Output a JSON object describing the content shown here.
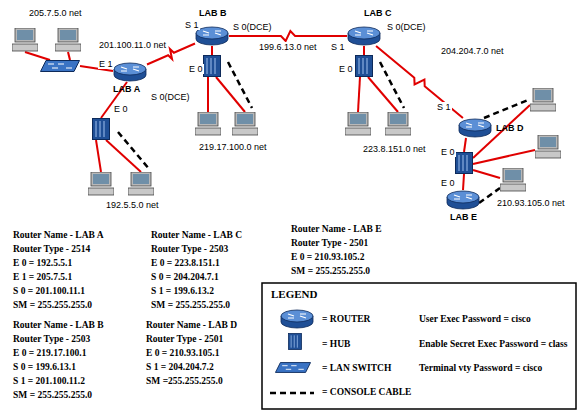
{
  "diagram": {
    "nodes": [
      {
        "text": [
          "LAB A"
        ]
      },
      {
        "text": [
          "LAB B"
        ]
      },
      {
        "text": [
          "LAB C"
        ]
      },
      {
        "text": [
          "LAB D"
        ]
      },
      {
        "text": [
          "LAB E"
        ]
      }
    ],
    "edges": [
      {
        "from": 0,
        "to": 1,
        "arrow": "none",
        "label": "201.100.11.0 net"
      },
      {
        "from": 1,
        "to": 2,
        "arrow": "none",
        "label": "199.6.13.0 net"
      },
      {
        "from": 2,
        "to": 3,
        "arrow": "none",
        "label": "204.204.7.0 net"
      }
    ],
    "labels": [
      "E 1",
      "E 0",
      "S 0(DCE)",
      "S 1",
      "S 0(DCE)",
      "E 0",
      "S 1",
      "S 0(DCE)",
      "E 0",
      "S 1",
      "E 0",
      "E 0",
      "205.7.5.0 net",
      "192.5.5.0 net",
      "219.17.100.0 net",
      "223.8.151.0 net",
      "210.93.105.0 net",
      "Router Name - LAB A",
      "Router Type - 2514",
      "E 0 = 192.5.5.1",
      "E 1 = 205.7.5.1",
      "S 0 = 201.100.11.1",
      "SM = 255.255.255.0",
      "Router Name - LAB B",
      "Router Type - 2503",
      "E 0 = 219.17.100.1",
      "S 0 = 199.6.13.1",
      "S 1 = 201.100.11.2",
      "SM = 255.255.255.0",
      "Router Name - LAB C",
      "Router Type - 2503",
      "E 0 = 223.8.151.1",
      "S 0 = 204.204.7.1",
      "S 1 = 199.6.13.2",
      "SM = 255.255.255.0",
      "Router Name - LAB D",
      "Router Type - 2501",
      "E 0 = 210.93.105.1",
      "S 1 = 204.204.7.2",
      "SM =255.255.255.0",
      "Router Name - LAB E",
      "Router Type - 2501",
      "E 0 = 210.93.105.2",
      "SM = 255.255.255.0",
      "LEGEND",
      "User Exec Password = cisco",
      "Enable Secret Exec Password = class",
      "Terminal vty Password = cisco"
    ],
    "legend": [
      {
        "text": "= ROUTER"
      },
      {
        "text": "= HUB"
      },
      {
        "text": "= LAN SWITCH"
      },
      {
        "text": "= CONSOLE CABLE"
      }
    ]
  }
}
